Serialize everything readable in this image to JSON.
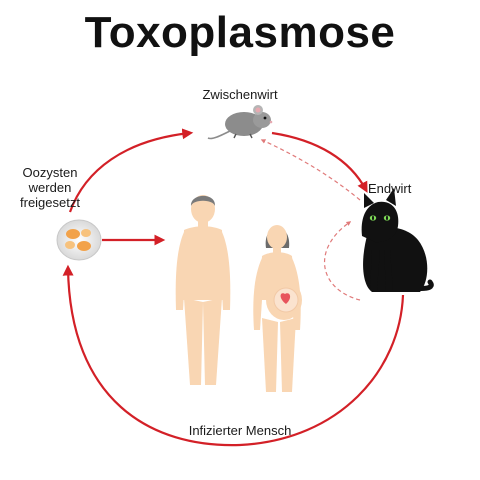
{
  "title": "Toxoplasmose",
  "labels": {
    "intermediate_host": "Zwischenwirt",
    "definitive_host": "Endwirt",
    "oocysts": [
      "Oozysten",
      "werden",
      "freigesetzt"
    ],
    "infected_human": "Infizierter Mensch"
  },
  "colors": {
    "arrow": "#d32027",
    "arrow_dashed": "#e07a7a",
    "skin": "#f9d6b3",
    "hair_man": "#7a7a7a",
    "hair_woman": "#6b6b6b",
    "cat": "#111111",
    "cat_eyes": "#7ed957",
    "mouse": "#8c8c8c",
    "fetus": "#e8545c",
    "oocyst_shell": "#eeeeee",
    "oocyst_core": "#f2a24a"
  },
  "icons": [
    "mouse-icon",
    "cat-icon",
    "oocyst-icon",
    "man-figure",
    "pregnant-woman-figure"
  ]
}
